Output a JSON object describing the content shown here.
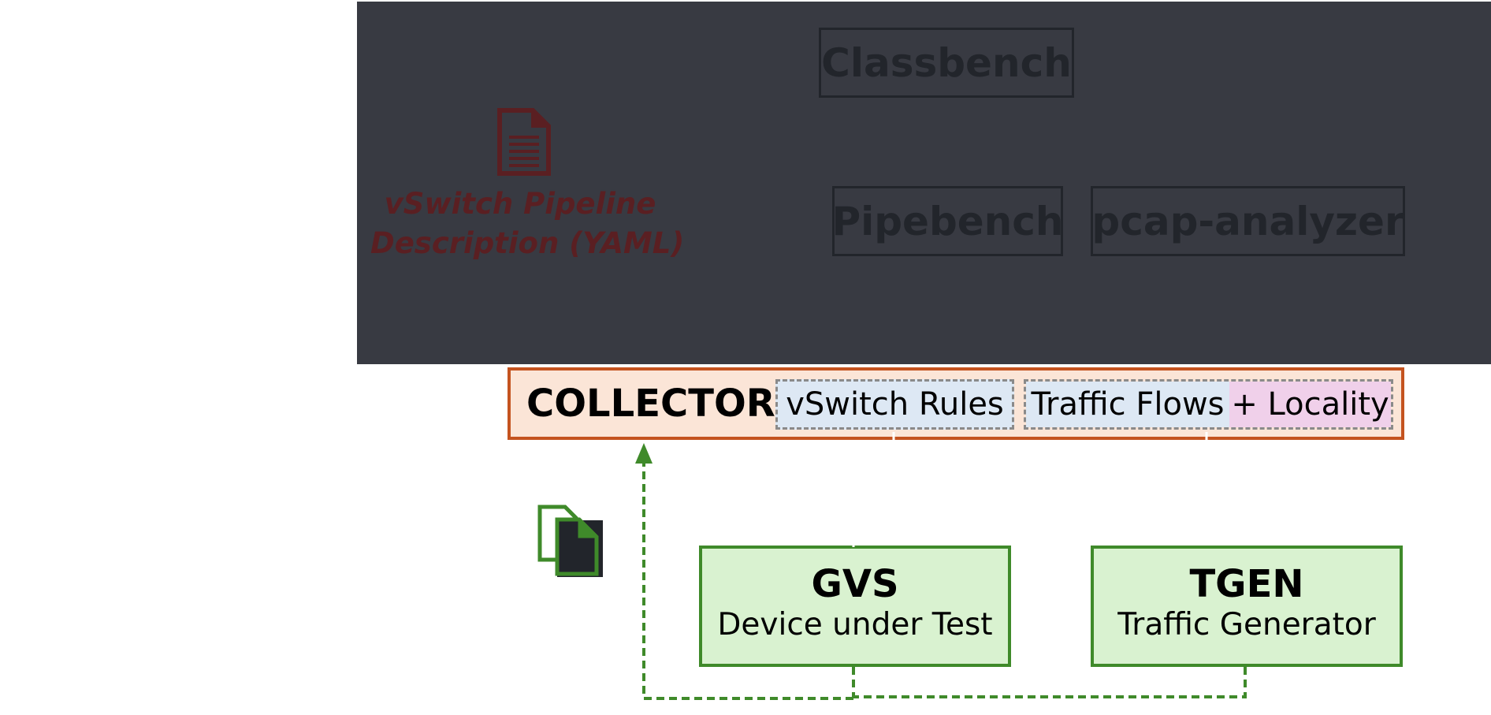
{
  "overlay": {
    "tools": {
      "classbench": "Classbench",
      "pipebench": "Pipebench",
      "pcap_analyzer": "pcap-analyzer"
    },
    "yaml_label_line1": "vSwitch Pipeline",
    "yaml_label_line2": "Description (YAML)",
    "yaml_icon": "document-icon"
  },
  "collector": {
    "title": "COLLECTOR",
    "rules": "vSwitch Rules",
    "flows": "Traffic Flows",
    "locality": "+ Locality"
  },
  "gvs": {
    "title": "GVS",
    "subtitle": "Device under Test"
  },
  "tgen": {
    "title": "TGEN",
    "subtitle": "Traffic Generator"
  },
  "files_icon": "files-icon",
  "colors": {
    "overlay": "#383a42",
    "collector_fill": "#fbe5d7",
    "collector_border": "#c4531f",
    "green_fill": "#d9f2d0",
    "green_border": "#3f8a2a",
    "chip_blue": "#dde8f4",
    "chip_pink": "#f0d0ea"
  }
}
